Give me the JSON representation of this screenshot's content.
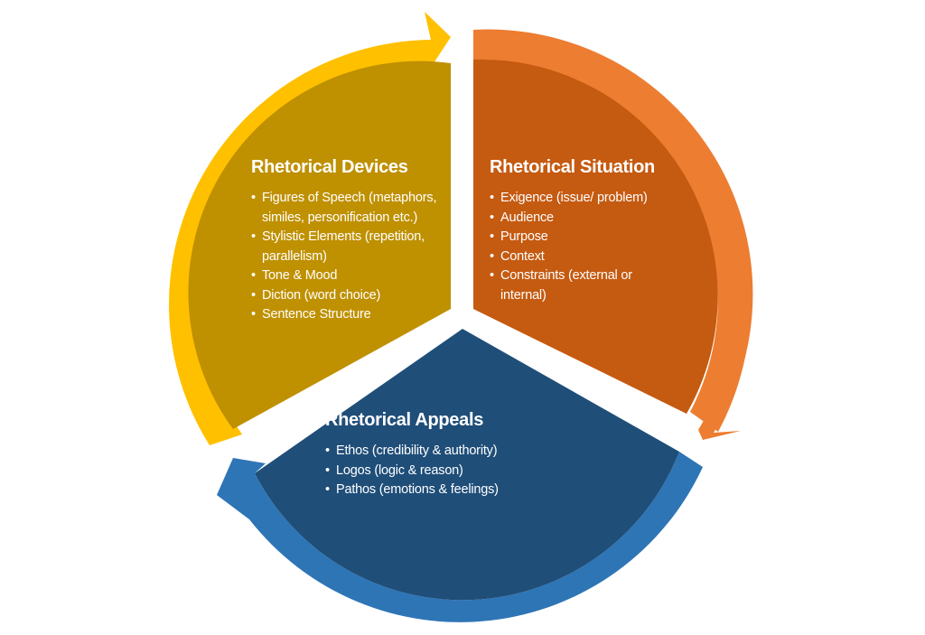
{
  "colors": {
    "devices_fill": "#bf9000",
    "devices_arrow": "#ffc000",
    "situation_fill": "#c55a11",
    "situation_arrow": "#ed7d31",
    "appeals_fill": "#1f4e79",
    "appeals_arrow": "#2e75b6",
    "text": "#ffffff"
  },
  "devices": {
    "title": "Rhetorical Devices",
    "items": [
      "Figures of Speech (metaphors, similes, personification etc.)",
      "Stylistic Elements (repetition, parallelism)",
      "Tone & Mood",
      "Diction (word choice)",
      "Sentence Structure"
    ]
  },
  "situation": {
    "title": "Rhetorical Situation",
    "items": [
      "Exigence (issue/ problem)",
      "Audience",
      "Purpose",
      "Context",
      "Constraints (external or internal)"
    ]
  },
  "appeals": {
    "title": "Rhetorical Appeals",
    "items": [
      "Ethos (credibility & authority)",
      "Logos (logic & reason)",
      "Pathos (emotions & feelings)"
    ]
  }
}
